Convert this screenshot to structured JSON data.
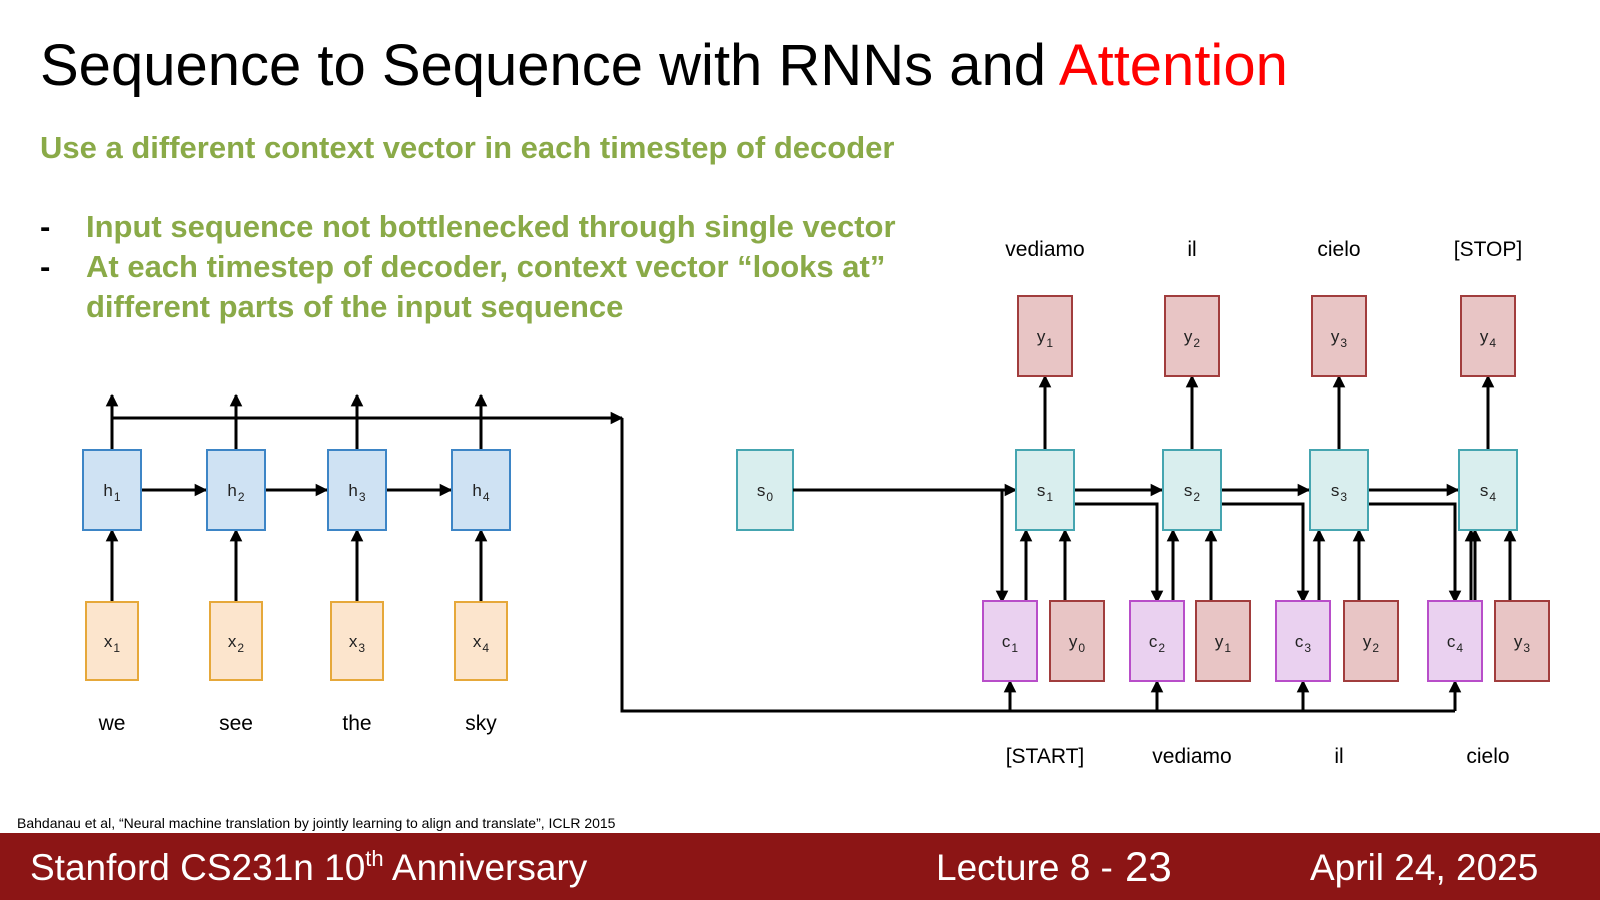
{
  "slide": {
    "title_main": "Sequence to Sequence with RNNs and ",
    "title_accent": "Attention",
    "subtitle": "Use a different context vector in each timestep of decoder",
    "bullets": [
      "Input sequence not bottlenecked through single vector",
      "At each timestep of decoder, context vector “looks at” different parts of the input sequence"
    ],
    "bullet_marker": "-",
    "citation": "Bahdanau et al, “Neural machine translation by jointly learning to align and translate”, ICLR 2015"
  },
  "footer": {
    "course": "Stanford CS231n 10",
    "course_sup": "th",
    "course_rest": " Anniversary",
    "lecture": "Lecture 8 -",
    "slide_number": "23",
    "date": "April 24, 2025"
  },
  "diagram": {
    "colors": {
      "encoder_hidden": "#cfe2f3",
      "encoder_hidden_border": "#3d85c6",
      "input": "#fce5cd",
      "input_border": "#e6a83a",
      "decoder_state": "#d9eeee",
      "decoder_state_border": "#45a5b0",
      "output": "#e8c5c5",
      "output_border": "#a13d3d",
      "context": "#ead1f0",
      "context_border": "#b84ec9"
    },
    "encoder": {
      "hidden": [
        {
          "base": "h",
          "sub": "1"
        },
        {
          "base": "h",
          "sub": "2"
        },
        {
          "base": "h",
          "sub": "3"
        },
        {
          "base": "h",
          "sub": "4"
        }
      ],
      "inputs": [
        {
          "base": "x",
          "sub": "1"
        },
        {
          "base": "x",
          "sub": "2"
        },
        {
          "base": "x",
          "sub": "3"
        },
        {
          "base": "x",
          "sub": "4"
        }
      ],
      "words": [
        "we",
        "see",
        "the",
        "sky"
      ]
    },
    "decoder": {
      "initial_state": {
        "base": "s",
        "sub": "0"
      },
      "states": [
        {
          "base": "s",
          "sub": "1"
        },
        {
          "base": "s",
          "sub": "2"
        },
        {
          "base": "s",
          "sub": "3"
        },
        {
          "base": "s",
          "sub": "4"
        }
      ],
      "outputs": [
        {
          "base": "y",
          "sub": "1"
        },
        {
          "base": "y",
          "sub": "2"
        },
        {
          "base": "y",
          "sub": "3"
        },
        {
          "base": "y",
          "sub": "4"
        }
      ],
      "output_words": [
        "vediamo",
        "il",
        "cielo",
        "[STOP]"
      ],
      "contexts": [
        {
          "base": "c",
          "sub": "1"
        },
        {
          "base": "c",
          "sub": "2"
        },
        {
          "base": "c",
          "sub": "3"
        },
        {
          "base": "c",
          "sub": "4"
        }
      ],
      "prev_outputs": [
        {
          "base": "y",
          "sub": "0"
        },
        {
          "base": "y",
          "sub": "1"
        },
        {
          "base": "y",
          "sub": "2"
        },
        {
          "base": "y",
          "sub": "3"
        }
      ],
      "input_words": [
        "[START]",
        "vediamo",
        "il",
        "cielo"
      ]
    }
  }
}
